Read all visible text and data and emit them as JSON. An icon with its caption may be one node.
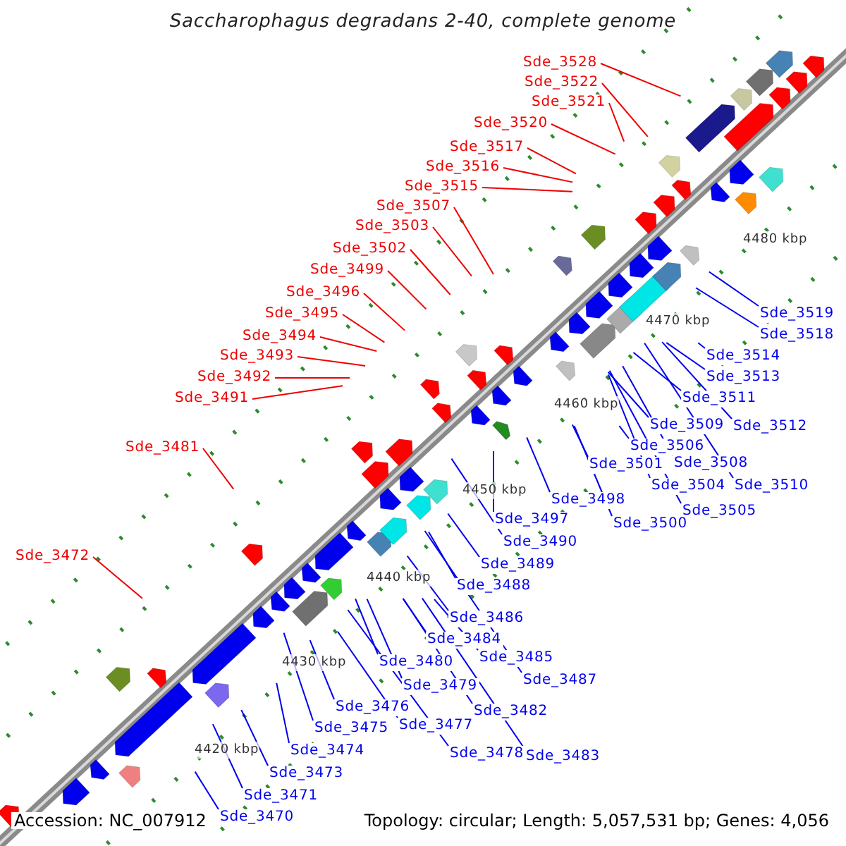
{
  "diagram": {
    "title": "Saccharophagus degradans 2-40, complete genome",
    "nodes": [
      {
        "text": [
          "Sde_3528"
        ]
      },
      {
        "text": [
          "Sde_3522"
        ]
      },
      {
        "text": [
          "Sde_3521"
        ]
      },
      {
        "text": [
          "Sde_3520"
        ]
      },
      {
        "text": [
          "Sde_3517"
        ]
      },
      {
        "text": [
          "Sde_3516"
        ]
      },
      {
        "text": [
          "Sde_3515"
        ]
      },
      {
        "text": [
          "Sde_3507"
        ]
      },
      {
        "text": [
          "Sde_3503"
        ]
      },
      {
        "text": [
          "Sde_3502"
        ]
      },
      {
        "text": [
          "Sde_3499"
        ]
      },
      {
        "text": [
          "Sde_3496"
        ]
      },
      {
        "text": [
          "Sde_3495"
        ]
      },
      {
        "text": [
          "Sde_3494"
        ]
      },
      {
        "text": [
          "Sde_3493"
        ]
      },
      {
        "text": [
          "Sde_3492"
        ]
      },
      {
        "text": [
          "Sde_3491"
        ]
      },
      {
        "text": [
          "Sde_3481"
        ]
      },
      {
        "text": [
          "Sde_3472"
        ]
      },
      {
        "text": [
          "Sde_3519"
        ]
      },
      {
        "text": [
          "Sde_3518"
        ]
      },
      {
        "text": [
          "Sde_3514"
        ]
      },
      {
        "text": [
          "Sde_3513"
        ]
      },
      {
        "text": [
          "Sde_3511"
        ]
      },
      {
        "text": [
          "Sde_3512"
        ]
      },
      {
        "text": [
          "Sde_3509"
        ]
      },
      {
        "text": [
          "Sde_3506"
        ]
      },
      {
        "text": [
          "Sde_3508"
        ]
      },
      {
        "text": [
          "Sde_3501"
        ]
      },
      {
        "text": [
          "Sde_3510"
        ]
      },
      {
        "text": [
          "Sde_3504"
        ]
      },
      {
        "text": [
          "Sde_3505"
        ]
      },
      {
        "text": [
          "Sde_3498"
        ]
      },
      {
        "text": [
          "Sde_3500"
        ]
      },
      {
        "text": [
          "Sde_3497"
        ]
      },
      {
        "text": [
          "Sde_3490"
        ]
      },
      {
        "text": [
          "Sde_3489"
        ]
      },
      {
        "text": [
          "Sde_3488"
        ]
      },
      {
        "text": [
          "Sde_3486"
        ]
      },
      {
        "text": [
          "Sde_3484"
        ]
      },
      {
        "text": [
          "Sde_3485"
        ]
      },
      {
        "text": [
          "Sde_3487"
        ]
      },
      {
        "text": [
          "Sde_3480"
        ]
      },
      {
        "text": [
          "Sde_3479"
        ]
      },
      {
        "text": [
          "Sde_3482"
        ]
      },
      {
        "text": [
          "Sde_3476"
        ]
      },
      {
        "text": [
          "Sde_3477"
        ]
      },
      {
        "text": [
          "Sde_3475"
        ]
      },
      {
        "text": [
          "Sde_3478"
        ]
      },
      {
        "text": [
          "Sde_3483"
        ]
      },
      {
        "text": [
          "Sde_3474"
        ]
      },
      {
        "text": [
          "Sde_3473"
        ]
      },
      {
        "text": [
          "Sde_3471"
        ]
      },
      {
        "text": [
          "Sde_3470"
        ]
      }
    ],
    "edges": [
      {
        "from": 0,
        "to": null,
        "arrow": "none",
        "color": "#ee0000"
      },
      {
        "from": 1,
        "to": null,
        "arrow": "none",
        "color": "#ee0000"
      },
      {
        "from": 2,
        "to": null,
        "arrow": "none",
        "color": "#ee0000"
      },
      {
        "from": 3,
        "to": null,
        "arrow": "none",
        "color": "#ee0000"
      },
      {
        "from": 4,
        "to": null,
        "arrow": "none",
        "color": "#ee0000"
      },
      {
        "from": 5,
        "to": null,
        "arrow": "none",
        "color": "#ee0000"
      },
      {
        "from": 6,
        "to": null,
        "arrow": "none",
        "color": "#ee0000"
      },
      {
        "from": 7,
        "to": null,
        "arrow": "none",
        "color": "#ee0000"
      },
      {
        "from": 8,
        "to": null,
        "arrow": "none",
        "color": "#ee0000"
      },
      {
        "from": 9,
        "to": null,
        "arrow": "none",
        "color": "#ee0000"
      },
      {
        "from": 10,
        "to": null,
        "arrow": "none",
        "color": "#ee0000"
      },
      {
        "from": 11,
        "to": null,
        "arrow": "none",
        "color": "#ee0000"
      },
      {
        "from": 12,
        "to": null,
        "arrow": "none",
        "color": "#ee0000"
      },
      {
        "from": 13,
        "to": null,
        "arrow": "none",
        "color": "#ee0000"
      },
      {
        "from": 14,
        "to": null,
        "arrow": "none",
        "color": "#ee0000"
      },
      {
        "from": 15,
        "to": null,
        "arrow": "none",
        "color": "#ee0000"
      },
      {
        "from": 16,
        "to": null,
        "arrow": "none",
        "color": "#ee0000"
      },
      {
        "from": 17,
        "to": null,
        "arrow": "none",
        "color": "#ee0000"
      },
      {
        "from": 18,
        "to": null,
        "arrow": "none",
        "color": "#ee0000"
      },
      {
        "from": 19,
        "to": null,
        "arrow": "none"
      },
      {
        "from": 20,
        "to": null,
        "arrow": "none"
      },
      {
        "from": 21,
        "to": null,
        "arrow": "none"
      },
      {
        "from": 22,
        "to": null,
        "arrow": "none"
      },
      {
        "from": 23,
        "to": null,
        "arrow": "none"
      },
      {
        "from": 24,
        "to": null,
        "arrow": "none"
      },
      {
        "from": 25,
        "to": null,
        "arrow": "none"
      },
      {
        "from": 26,
        "to": null,
        "arrow": "none"
      },
      {
        "from": 27,
        "to": null,
        "arrow": "none"
      },
      {
        "from": 28,
        "to": null,
        "arrow": "none"
      },
      {
        "from": 29,
        "to": null,
        "arrow": "none"
      },
      {
        "from": 30,
        "to": null,
        "arrow": "none"
      },
      {
        "from": 31,
        "to": null,
        "arrow": "none"
      },
      {
        "from": 32,
        "to": null,
        "arrow": "none"
      },
      {
        "from": 33,
        "to": null,
        "arrow": "none"
      },
      {
        "from": 34,
        "to": null,
        "arrow": "none"
      },
      {
        "from": 35,
        "to": null,
        "arrow": "none"
      },
      {
        "from": 36,
        "to": null,
        "arrow": "none"
      },
      {
        "from": 37,
        "to": null,
        "arrow": "none"
      },
      {
        "from": 38,
        "to": null,
        "arrow": "none"
      },
      {
        "from": 39,
        "to": null,
        "arrow": "none"
      },
      {
        "from": 40,
        "to": null,
        "arrow": "none"
      },
      {
        "from": 41,
        "to": null,
        "arrow": "none"
      },
      {
        "from": 42,
        "to": null,
        "arrow": "none"
      },
      {
        "from": 43,
        "to": null,
        "arrow": "none"
      },
      {
        "from": 44,
        "to": null,
        "arrow": "none"
      },
      {
        "from": 45,
        "to": null,
        "arrow": "none"
      },
      {
        "from": 46,
        "to": null,
        "arrow": "none"
      },
      {
        "from": 47,
        "to": null,
        "arrow": "none"
      },
      {
        "from": 48,
        "to": null,
        "arrow": "none"
      },
      {
        "from": 49,
        "to": null,
        "arrow": "none"
      },
      {
        "from": 50,
        "to": null,
        "arrow": "none"
      },
      {
        "from": 51,
        "to": null,
        "arrow": "none"
      },
      {
        "from": 52,
        "to": null,
        "arrow": "none"
      },
      {
        "from": 53,
        "to": null,
        "arrow": "none"
      }
    ],
    "labels": [
      "4480 kbp",
      "4470 kbp",
      "4460 kbp",
      "4450 kbp",
      "4440 kbp",
      "4430 kbp",
      "4420 kbp",
      "Accession: NC_007912",
      "Topology: circular; Length: 5,057,531 bp; Genes: 4,056"
    ]
  }
}
